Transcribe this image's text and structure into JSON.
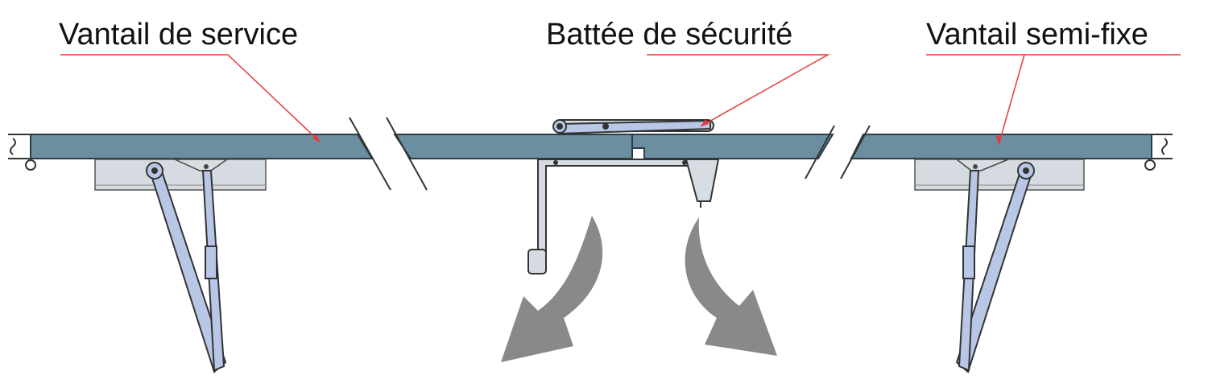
{
  "labels": {
    "service_leaf": "Vantail de service",
    "safety_rebate": "Battée de sécurité",
    "semi_fixed_leaf": "Vantail semi-fixe"
  },
  "colors": {
    "leaf": "#6b8fa1",
    "arm": "#b9c7e6",
    "closer_body": "#d5dbe0",
    "arrow": "#878a89",
    "leader": "#e53a3a"
  }
}
